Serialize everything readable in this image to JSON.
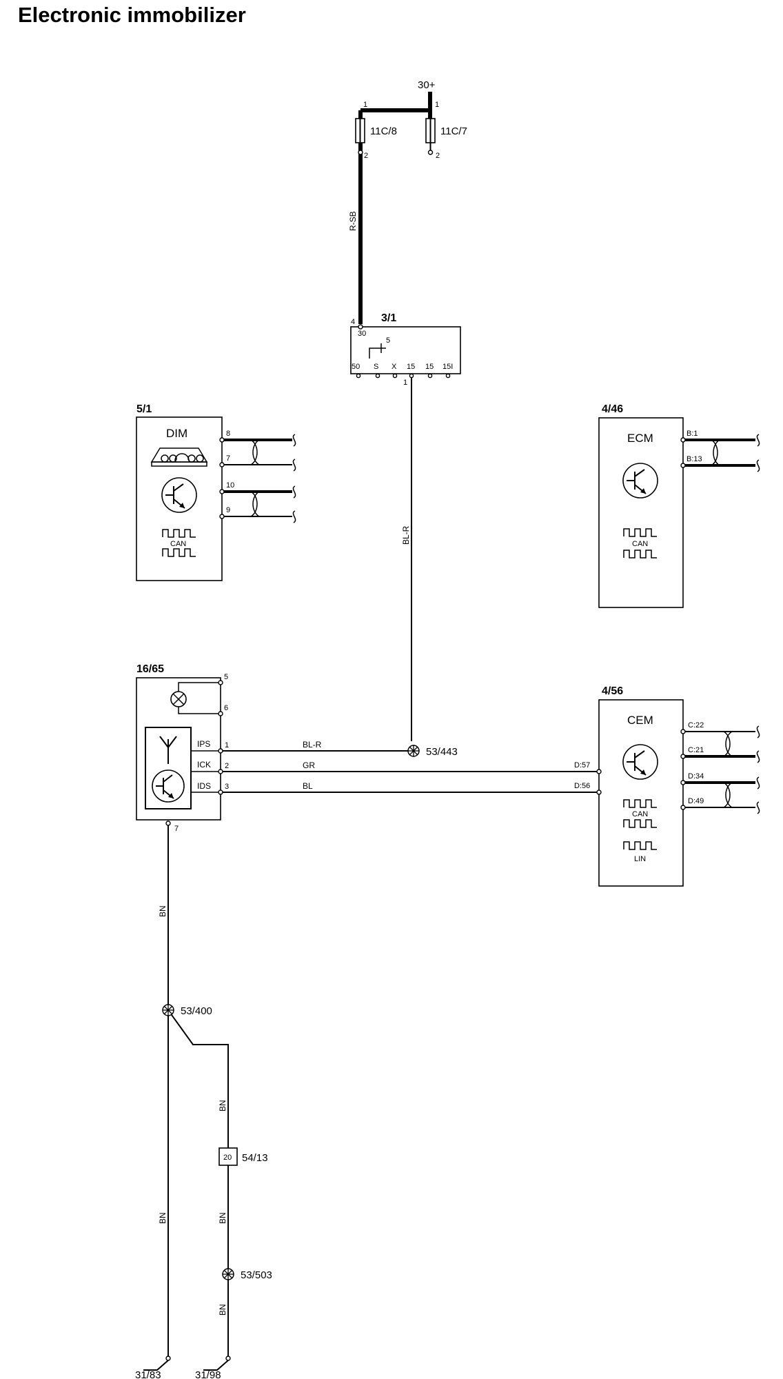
{
  "title": "Electronic immobilizer",
  "power": {
    "label": "30+"
  },
  "fuses": [
    {
      "id": "11C/8",
      "pin_top": "1",
      "pin_bottom": "2"
    },
    {
      "id": "11C/7",
      "pin_top": "1",
      "pin_bottom": "2"
    }
  ],
  "ignition_switch": {
    "id": "3/1",
    "pin_in": "4",
    "label_30": "30",
    "label_5": "5",
    "terminals": [
      "50",
      "S",
      "X",
      "15",
      "15",
      "15I"
    ],
    "pin_out": "1"
  },
  "dim": {
    "id": "5/1",
    "name": "DIM",
    "can": "CAN",
    "pins": [
      "8",
      "7",
      "10",
      "9"
    ]
  },
  "ecm": {
    "id": "4/46",
    "name": "ECM",
    "can": "CAN",
    "pins": [
      "B:1",
      "B:13"
    ]
  },
  "immobilizer": {
    "id": "16/65",
    "pins": [
      "5",
      "6",
      "1",
      "2",
      "3",
      "7"
    ],
    "signals": [
      "IPS",
      "ICK",
      "IDS"
    ]
  },
  "cem": {
    "id": "4/56",
    "name": "CEM",
    "can": "CAN",
    "lin": "LIN",
    "pins_left": [
      "D:57",
      "D:56"
    ],
    "pins_right": [
      "C:22",
      "C:21",
      "D:34",
      "D:49"
    ]
  },
  "wires": {
    "r_sb": "R-SB",
    "bl_r_vertical": "BL-R",
    "bl_r": "BL-R",
    "gr": "GR",
    "bl": "BL",
    "bn": "BN"
  },
  "splices": [
    "53/443",
    "53/400",
    "53/503"
  ],
  "connector_54_13": {
    "id": "54/13",
    "pin": "20"
  },
  "grounds": [
    "31/83",
    "31/98"
  ]
}
